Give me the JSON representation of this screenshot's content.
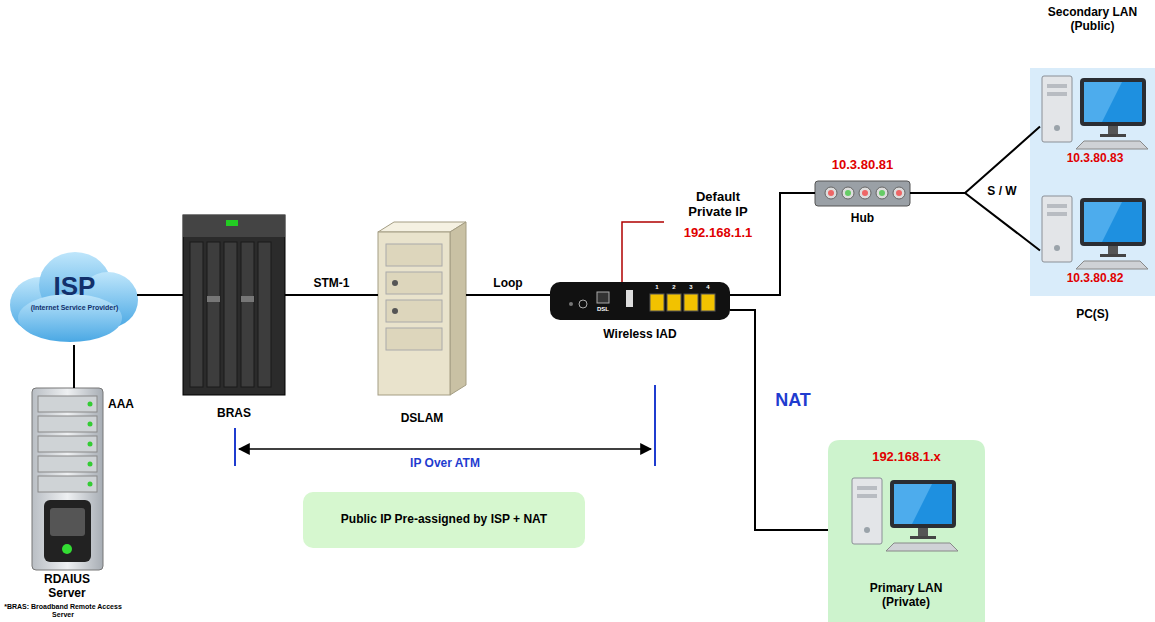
{
  "diagram": {
    "nodes": [
      {
        "text": [
          "ISP",
          "(Internet Service Provider)"
        ]
      },
      {
        "text": [
          "AAA",
          "RDAIUS Server"
        ]
      },
      {
        "text": [
          "BRAS"
        ]
      },
      {
        "text": [
          "DSLAM"
        ]
      },
      {
        "text": [
          "Wireless IAD"
        ]
      },
      {
        "text": [
          "10.3.80.81",
          "Hub"
        ]
      },
      {
        "text": [
          "Secondary LAN (Public)",
          "PC(S)"
        ]
      },
      {
        "text": [
          "10.3.80.83"
        ],
        "in": 6
      },
      {
        "text": [
          "10.3.80.82"
        ],
        "in": 6
      },
      {
        "text": [
          "192.168.1.x",
          "Primary LAN (Private)"
        ]
      },
      {
        "text": [
          "Public IP Pre-assigned by ISP + NAT"
        ]
      }
    ],
    "edges": [
      {
        "from": 0,
        "to": 1,
        "arrow": "none"
      },
      {
        "from": 0,
        "to": 2,
        "arrow": "none"
      },
      {
        "from": 2,
        "to": 3,
        "label": "STM-1",
        "arrow": "none"
      },
      {
        "from": 3,
        "to": 4,
        "label": "Loop",
        "arrow": "none"
      },
      {
        "from": 4,
        "to": 5,
        "arrow": "none"
      },
      {
        "from": 5,
        "to": 7,
        "arrow": "none"
      },
      {
        "from": 5,
        "to": 8,
        "arrow": "none"
      },
      {
        "from": 4,
        "to": 9,
        "arrow": "none"
      }
    ],
    "labels": [
      "*BRAS: Broadband Remote Access Server",
      "Default Private IP",
      "192.168.1.1",
      "DSL",
      "1",
      "2",
      "3",
      "4",
      "NAT",
      "IP Over ATM",
      "S / W"
    ]
  }
}
